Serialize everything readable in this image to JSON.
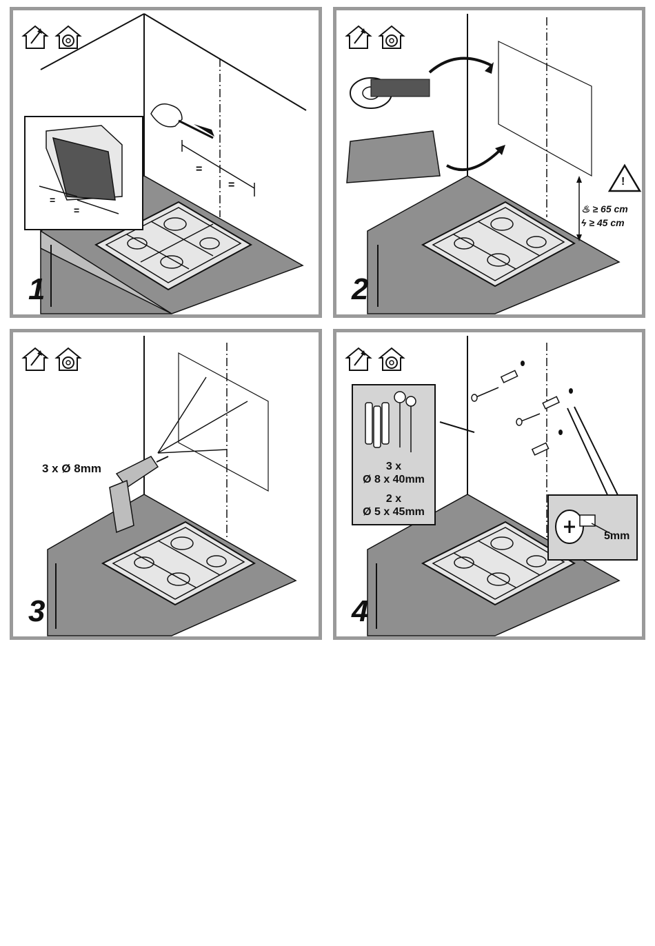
{
  "panels": [
    {
      "step": "1"
    },
    {
      "step": "2",
      "warning": {
        "line1": "≥ 65 cm",
        "line2": "≥ 45 cm"
      }
    },
    {
      "step": "3",
      "drill_label": "3 x Ø 8mm"
    },
    {
      "step": "4",
      "kit": {
        "qty1": "3 x",
        "size1": "Ø 8 x 40mm",
        "qty2": "2 x",
        "size2": "Ø 5 x 45mm"
      },
      "detail_label": "5mm"
    }
  ],
  "icons": [
    "exhaust-mode-icon",
    "recirculation-mode-icon"
  ],
  "colors": {
    "frame": "#9a9a9a",
    "counter": "#8f8f8f",
    "kit_box": "#d4d4d4",
    "ink": "#111111"
  }
}
